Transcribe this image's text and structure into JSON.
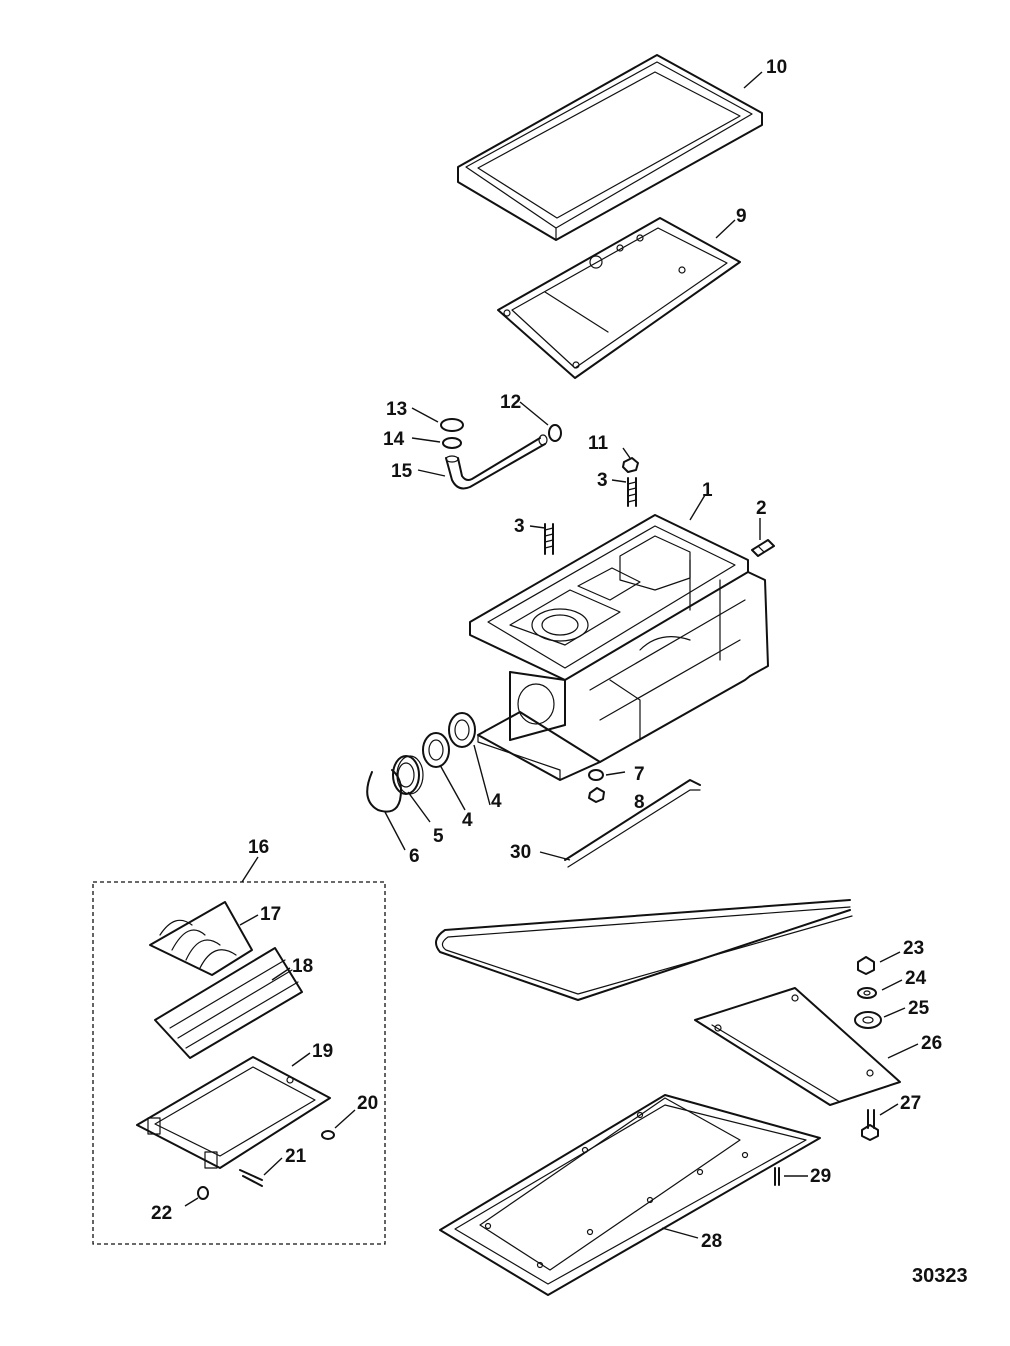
{
  "callouts": {
    "c1": "1",
    "c2": "2",
    "c3a": "3",
    "c3b": "3",
    "c4a": "4",
    "c4b": "4",
    "c5": "5",
    "c6": "6",
    "c7": "7",
    "c8": "8",
    "c9": "9",
    "c10": "10",
    "c11": "11",
    "c12": "12",
    "c13": "13",
    "c14": "14",
    "c15": "15",
    "c16": "16",
    "c17": "17",
    "c18": "18",
    "c19": "19",
    "c20": "20",
    "c21": "21",
    "c22": "22",
    "c23": "23",
    "c24": "24",
    "c25": "25",
    "c26": "26",
    "c27": "27",
    "c28": "28",
    "c29": "29",
    "c30": "30"
  },
  "figure_number": "30323"
}
